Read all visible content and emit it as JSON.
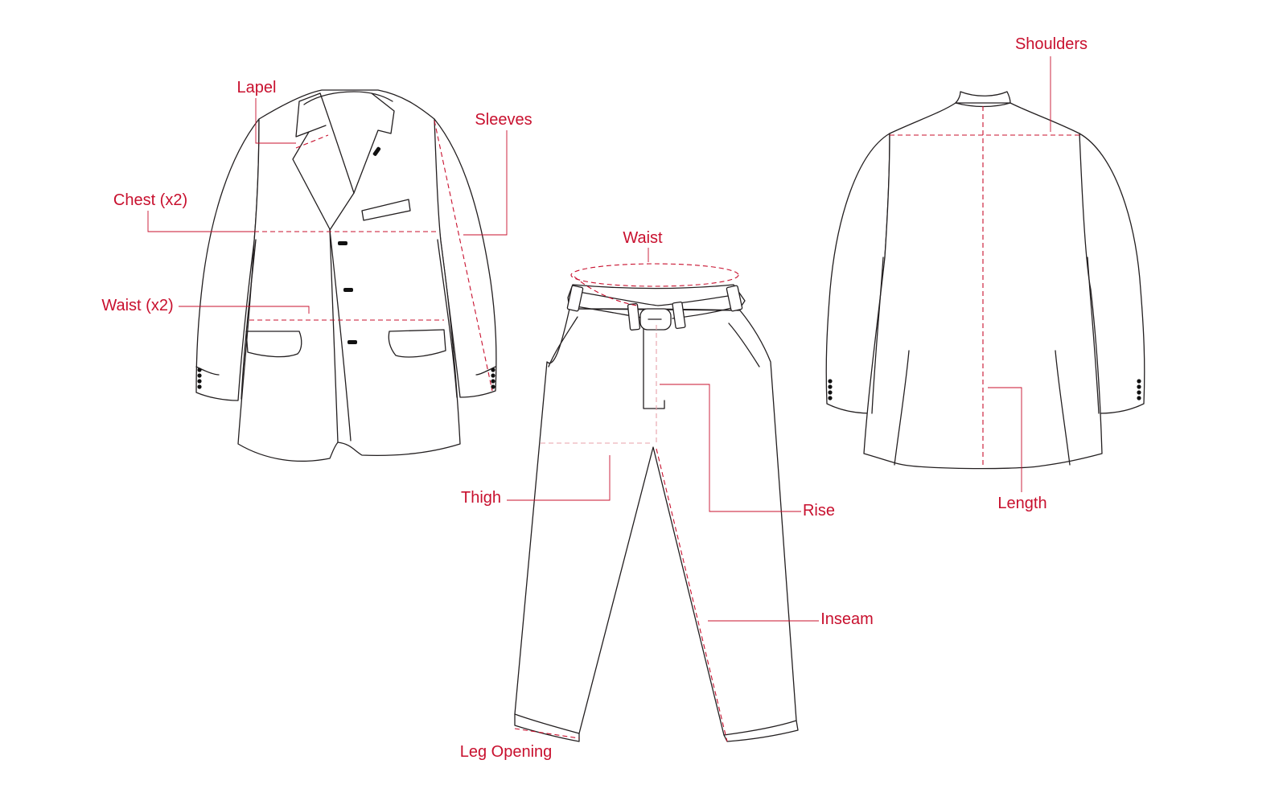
{
  "theme": {
    "accent": "#c8102e",
    "accent_light": "#e8a0a8",
    "outline": "#231f20"
  },
  "labels": {
    "lapel": "Lapel",
    "sleeves": "Sleeves",
    "chest": "Chest (x2)",
    "waist_jacket": "Waist (x2)",
    "waist_pants": "Waist",
    "thigh": "Thigh",
    "rise": "Rise",
    "inseam": "Inseam",
    "leg_opening": "Leg Opening",
    "shoulders": "Shoulders",
    "length": "Length"
  }
}
